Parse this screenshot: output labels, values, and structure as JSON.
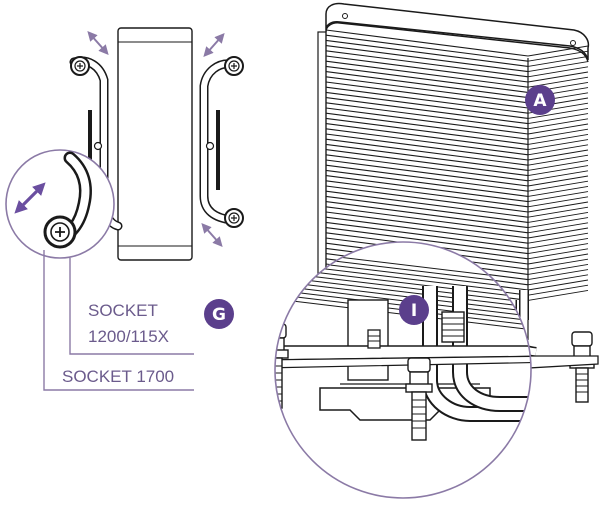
{
  "labels": {
    "socket_1200_line1": "SOCKET",
    "socket_1200_line2": "1200/115X",
    "socket_1700": "SOCKET 1700"
  },
  "badges": {
    "a": "A",
    "g": "G",
    "i": "I"
  },
  "colors": {
    "accent": "#5b3f8c",
    "leader": "#8b7aa6",
    "line": "#1a1a1a"
  },
  "icons": [
    "resize-arrow-icon",
    "screw-icon",
    "magnifier-circle"
  ]
}
